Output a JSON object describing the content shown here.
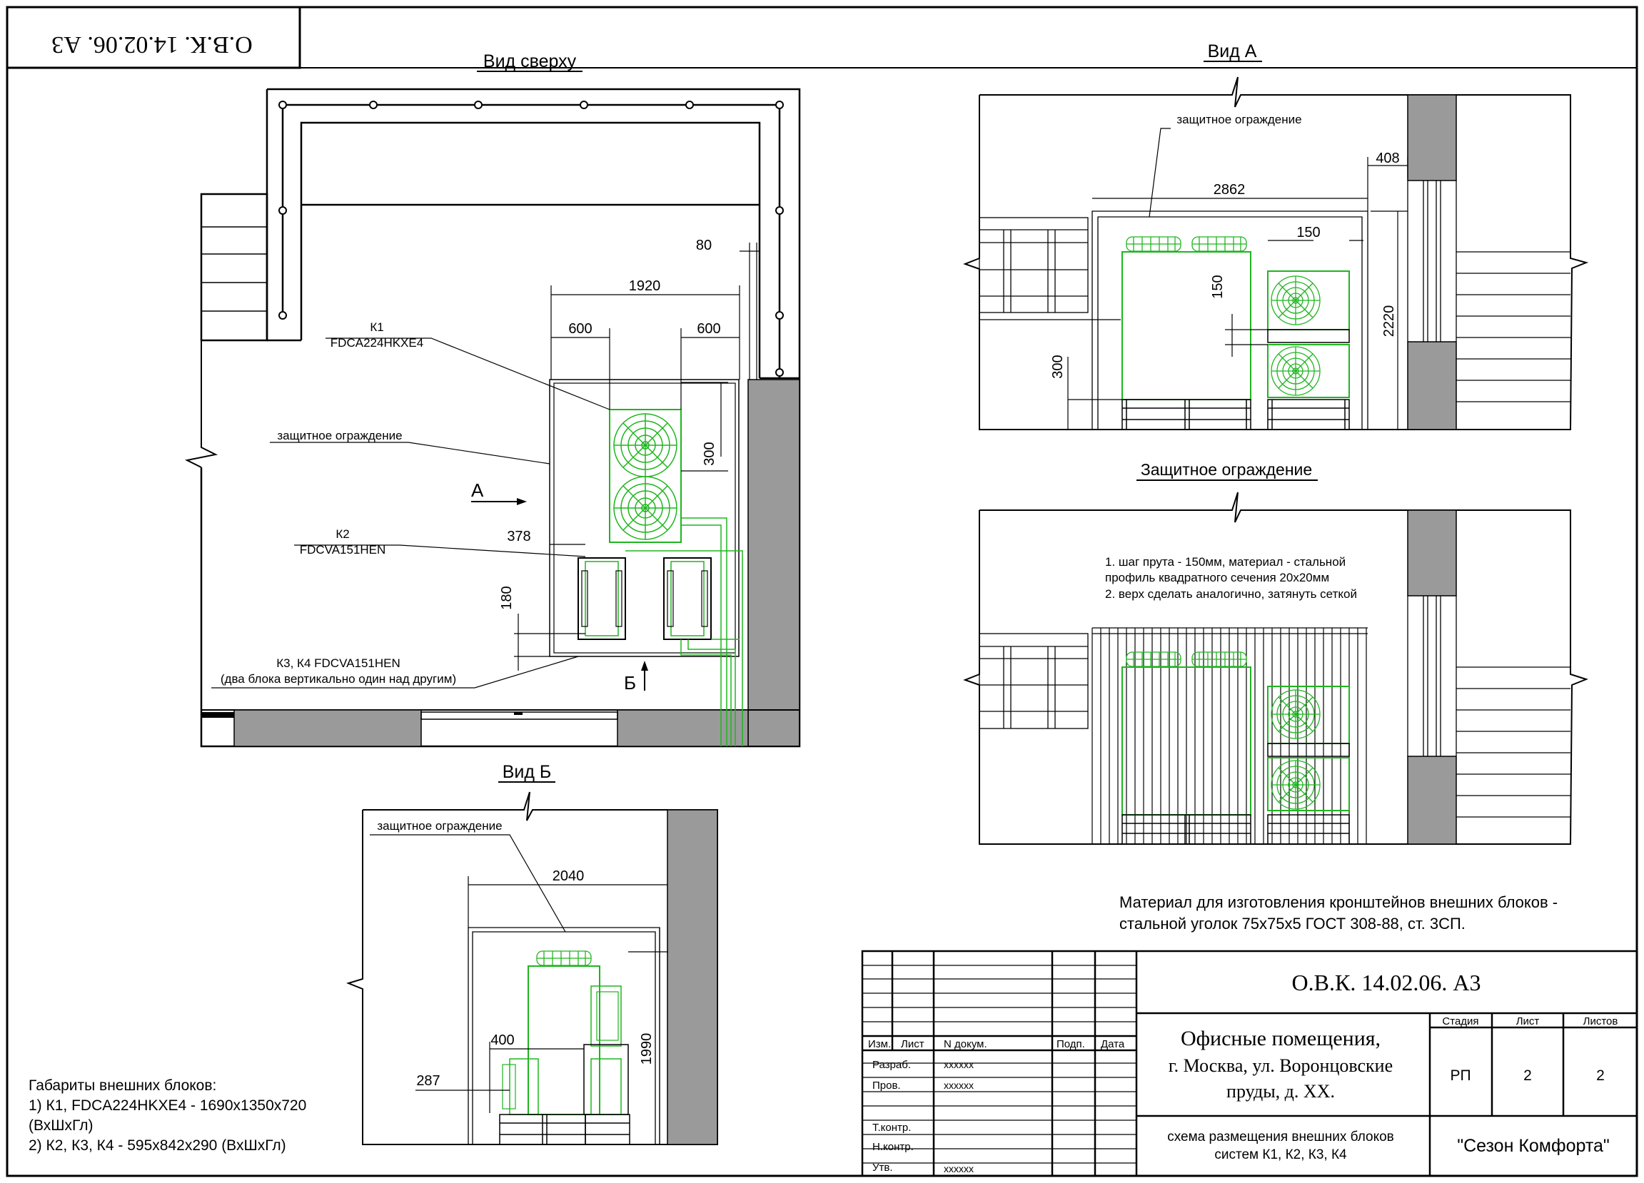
{
  "stamp_rotated": "О.В.К. 14.02.06. А3",
  "views": {
    "top": {
      "title": "Вид сверху",
      "k1_label": "К1",
      "k1_model": "FDCA224HKXE4",
      "fence_label": "защитное ограждение",
      "k2_label": "К2",
      "k2_model": "FDCVA151HEN",
      "k34_label": "К3, К4 FDCVA151HEN",
      "k34_note": "(два блока вертикально один над другим)",
      "arrow_a": "А",
      "arrow_b": "Б",
      "dims": {
        "d1920": "1920",
        "d600a": "600",
        "d600b": "600",
        "d80": "80",
        "d300": "300",
        "d378": "378",
        "d180": "180"
      }
    },
    "a": {
      "title": "Вид А",
      "fence_label": "защитное ограждение",
      "dims": {
        "d408": "408",
        "d2862": "2862",
        "d150a": "150",
        "d150b": "150",
        "d2220": "2220",
        "d300": "300"
      }
    },
    "fence": {
      "title": "Защитное ограждение",
      "note1": "1. шаг прута - 150мм, материал - стальной",
      "note2": "профиль квадратного сечения 20х20мм",
      "note3": "2. верх сделать аналогично, затянуть сеткой"
    },
    "b": {
      "title": "Вид Б",
      "fence_label": "защитное ограждение",
      "dims": {
        "d2040": "2040",
        "d1990": "1990",
        "d400": "400",
        "d287": "287"
      }
    }
  },
  "material_note": {
    "line1": "Материал для изготовления кронштейнов внешних блоков -",
    "line2": "стальной уголок  75х75х5  ГОСТ 308-88, ст. 3СП."
  },
  "dimensions_note": {
    "title": "Габариты внешних блоков:",
    "line1": "1) К1, FDCA224HKXE4 - 1690х1350х720",
    "line2": "(ВхШхГл)",
    "line3": "2) К2, К3, К4 - 595х842х290 (ВхШхГл)"
  },
  "title_block": {
    "code": "О.В.К. 14.02.06. А3",
    "object_line1": "Офисные помещения,",
    "object_line2": "г. Москва, ул. Воронцовские",
    "object_line3": "пруды, д. ХХ.",
    "sheet_title_line1": "схема размещения внешних блоков",
    "sheet_title_line2": "систем К1, К2, К3, К4",
    "company": "\"Сезон Комфорта\"",
    "col_headers": {
      "izm": "Изм.",
      "list": "Лист",
      "ndoc": "N докум.",
      "podp": "Подп.",
      "data": "Дата"
    },
    "rows": [
      {
        "role": "Разраб.",
        "name": "хххххх"
      },
      {
        "role": "Пров.",
        "name": "хххххх"
      },
      {
        "role": "Т.контр.",
        "name": ""
      },
      {
        "role": "Н.контр.",
        "name": ""
      },
      {
        "role": "Утв.",
        "name": "хххххх"
      }
    ],
    "stage_header": "Стадия",
    "sheet_header": "Лист",
    "sheets_header": "Листов",
    "stage": "РП",
    "sheet": "2",
    "sheets": "2"
  }
}
